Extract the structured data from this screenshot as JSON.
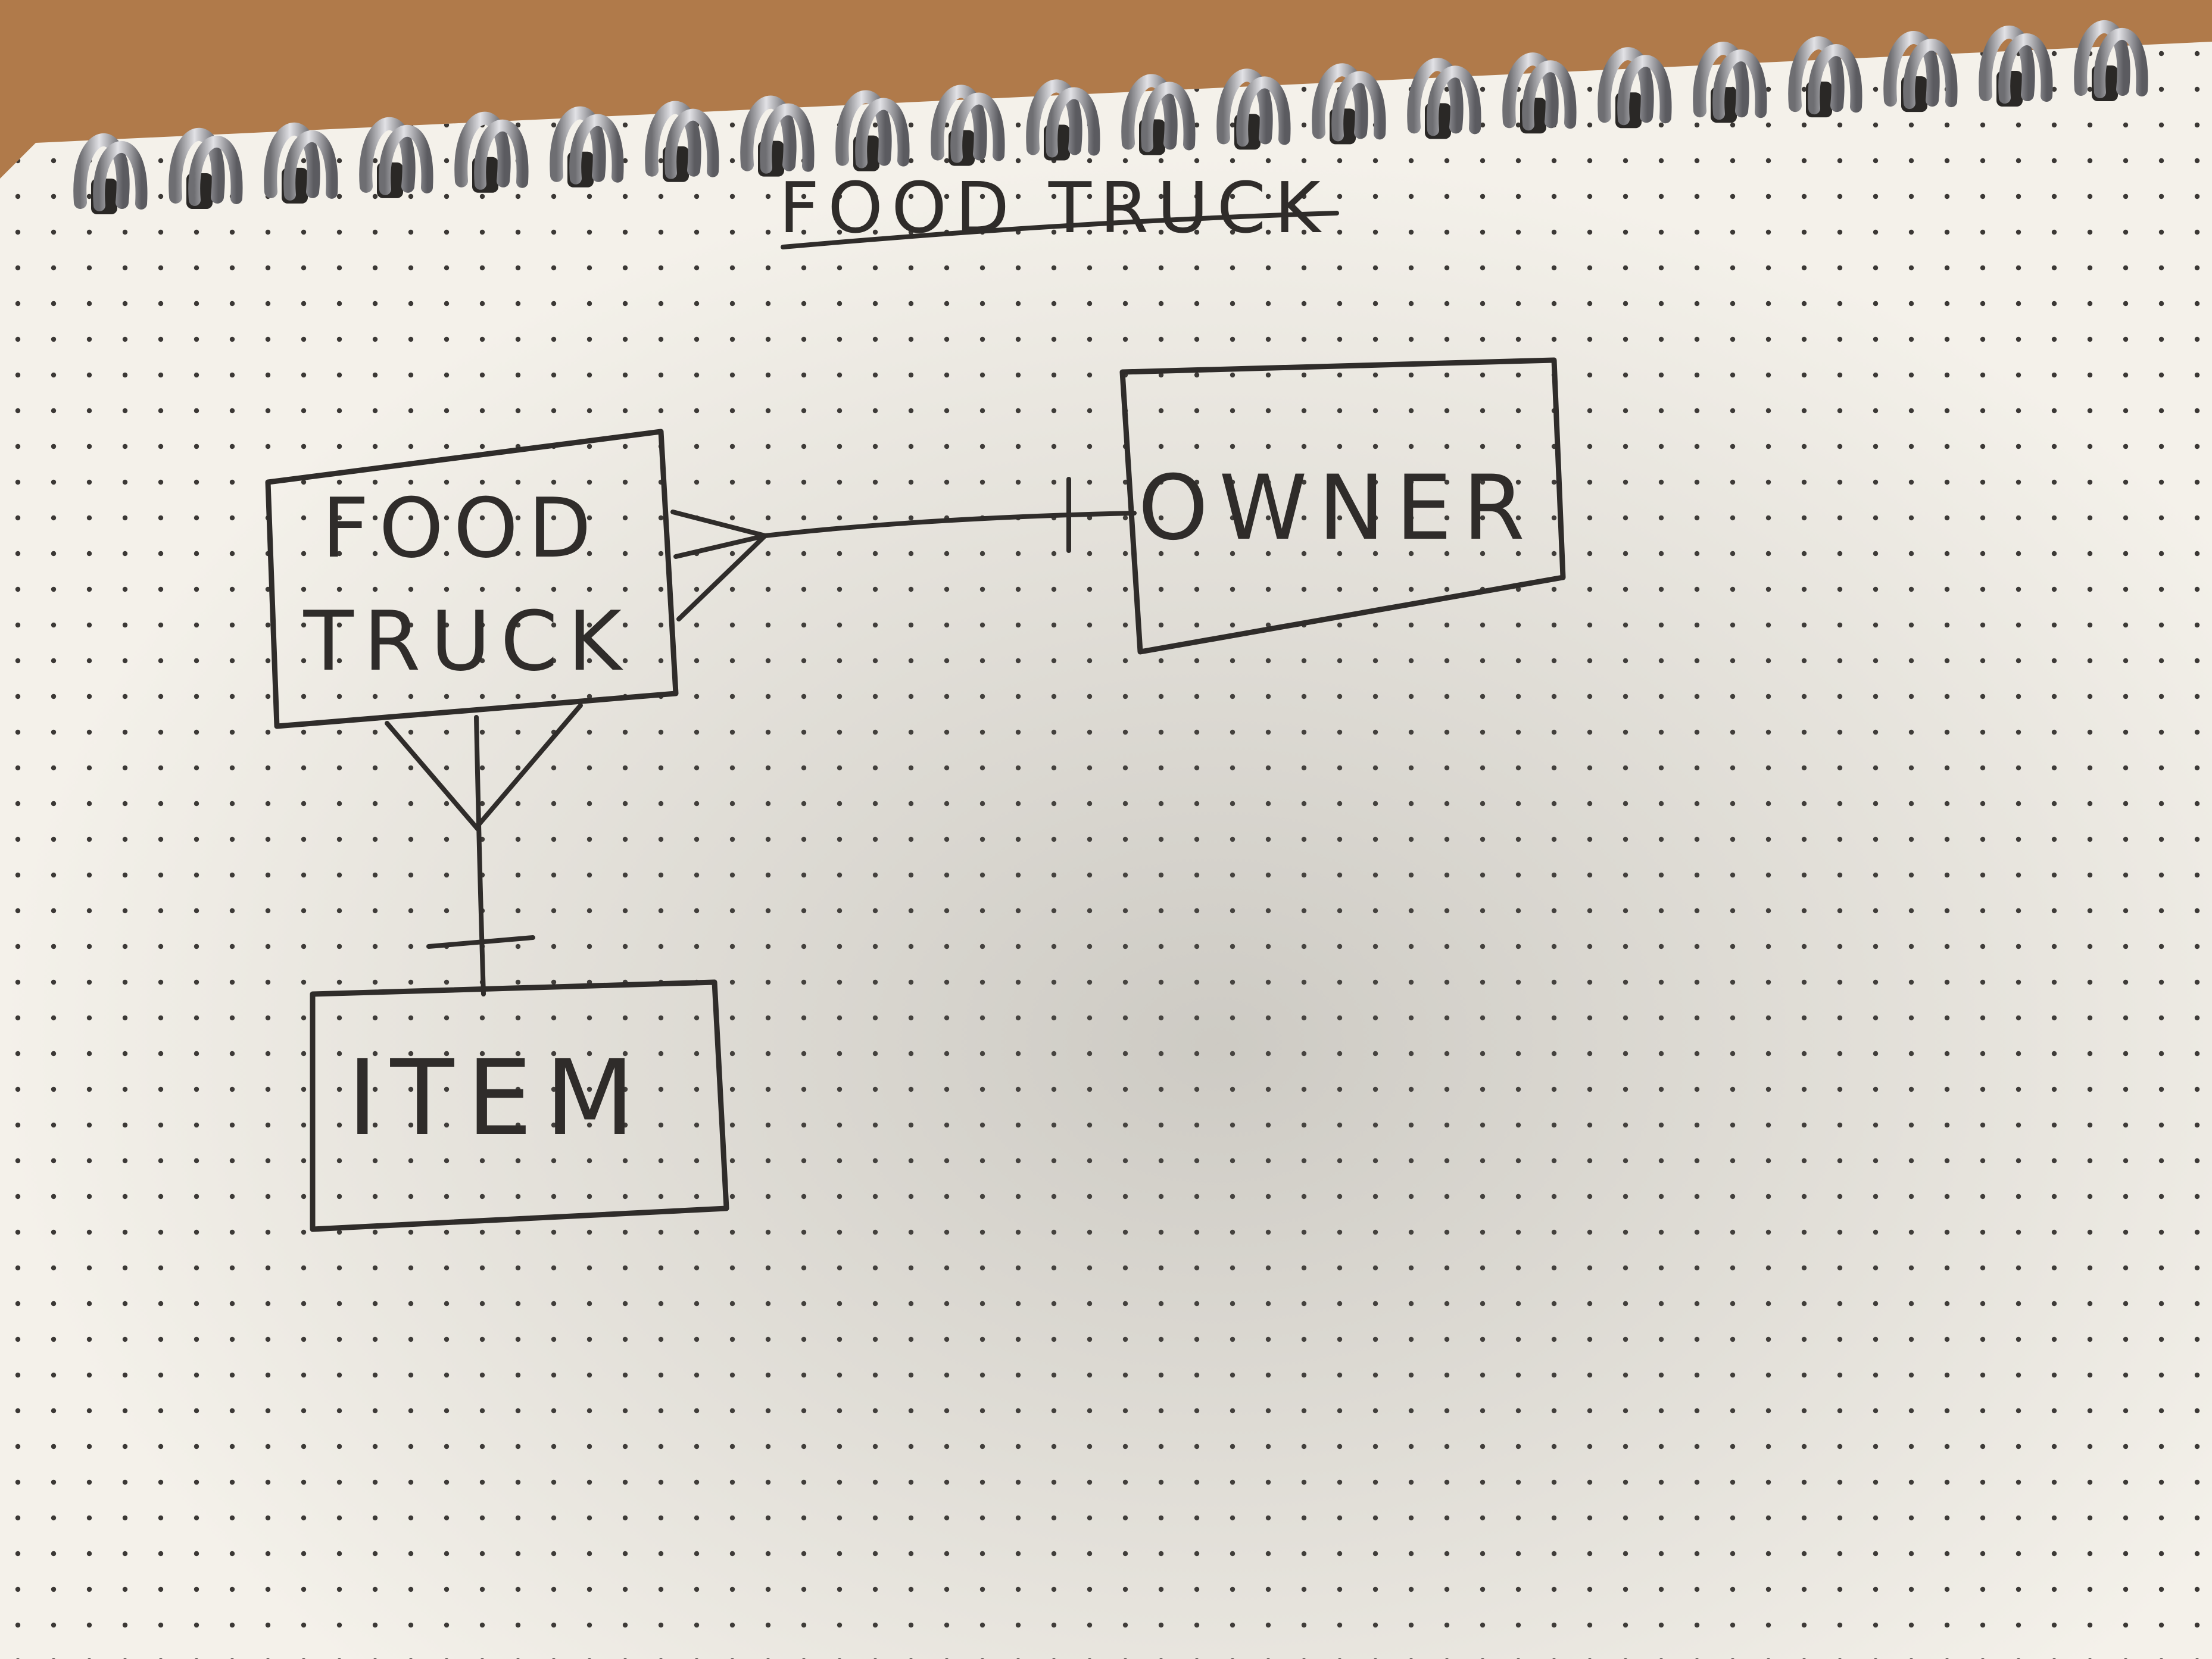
{
  "title": "FOOD TRUCK",
  "entities": {
    "food_truck": {
      "line1": "FOOD",
      "line2": "TRUCK"
    },
    "owner": {
      "label": "OWNER"
    },
    "item": {
      "label": "ITEM"
    }
  },
  "relationships": [
    {
      "from": "FOOD TRUCK",
      "from_end": "many",
      "to": "OWNER",
      "to_end": "one"
    },
    {
      "from": "FOOD TRUCK",
      "from_end": "many",
      "to": "ITEM",
      "to_end": "one"
    }
  ],
  "colors": {
    "ink": "#2f2c2a",
    "paper": "#f4f1ea",
    "desk": "#b07a4a",
    "spiral": "#b9b9bd"
  }
}
